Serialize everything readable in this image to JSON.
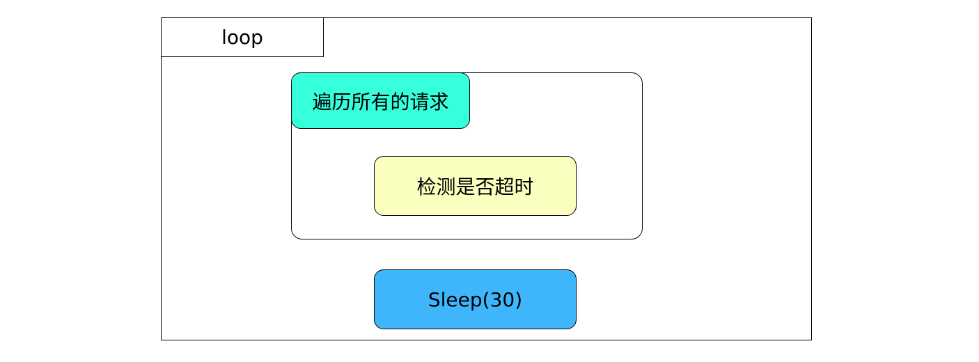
{
  "loop_frame": {
    "label": "loop"
  },
  "nodes": {
    "iterate": {
      "label": "遍历所有的请求",
      "color": "#36ffdb"
    },
    "check_timeout": {
      "label": "检测是否超时",
      "color": "#fafebe"
    },
    "sleep": {
      "label": "Sleep(30)",
      "color": "#3fb5fb"
    }
  },
  "colors": {
    "border": "#000000",
    "background": "#ffffff"
  }
}
